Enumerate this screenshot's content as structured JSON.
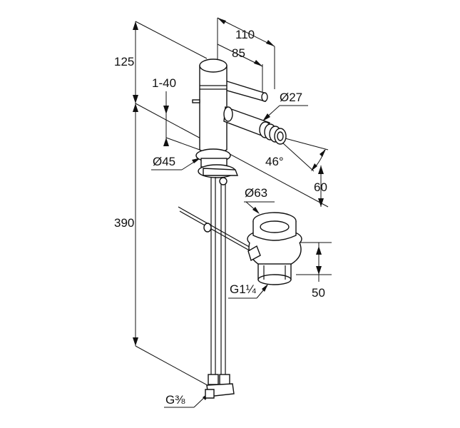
{
  "dimensions": {
    "width_total": "110",
    "width_spout": "85",
    "height_top": "125",
    "lift_range": "1-40",
    "outlet_diameter": "Ø27",
    "base_diameter": "Ø45",
    "swivel_angle": "46°",
    "height_spout": "60",
    "waste_diameter": "Ø63",
    "total_height": "390",
    "waste_thread": "G1¼",
    "waste_height": "50",
    "connection_thread": "G⅜"
  },
  "colors": {
    "line": "#111111",
    "background": "#ffffff"
  }
}
